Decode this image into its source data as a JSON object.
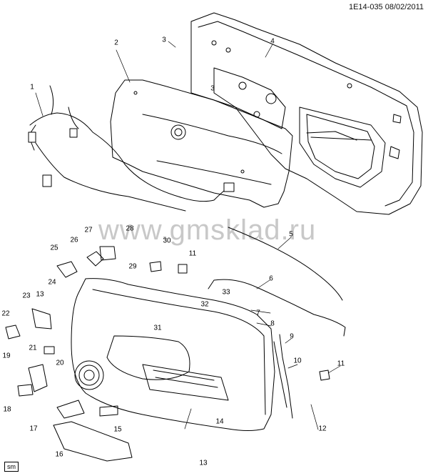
{
  "header": {
    "code": "1E14-035",
    "date": "08/02/2011"
  },
  "watermark": "www.gmsklad.ru",
  "badge": "sm",
  "callouts": [
    "1",
    "2",
    "3",
    "3",
    "4",
    "5",
    "6",
    "7",
    "8",
    "9",
    "10",
    "11",
    "11",
    "12",
    "13",
    "13",
    "14",
    "15",
    "16",
    "17",
    "18",
    "19",
    "20",
    "21",
    "22",
    "23",
    "24",
    "25",
    "26",
    "27",
    "28",
    "29",
    "30",
    "31",
    "32",
    "33"
  ]
}
